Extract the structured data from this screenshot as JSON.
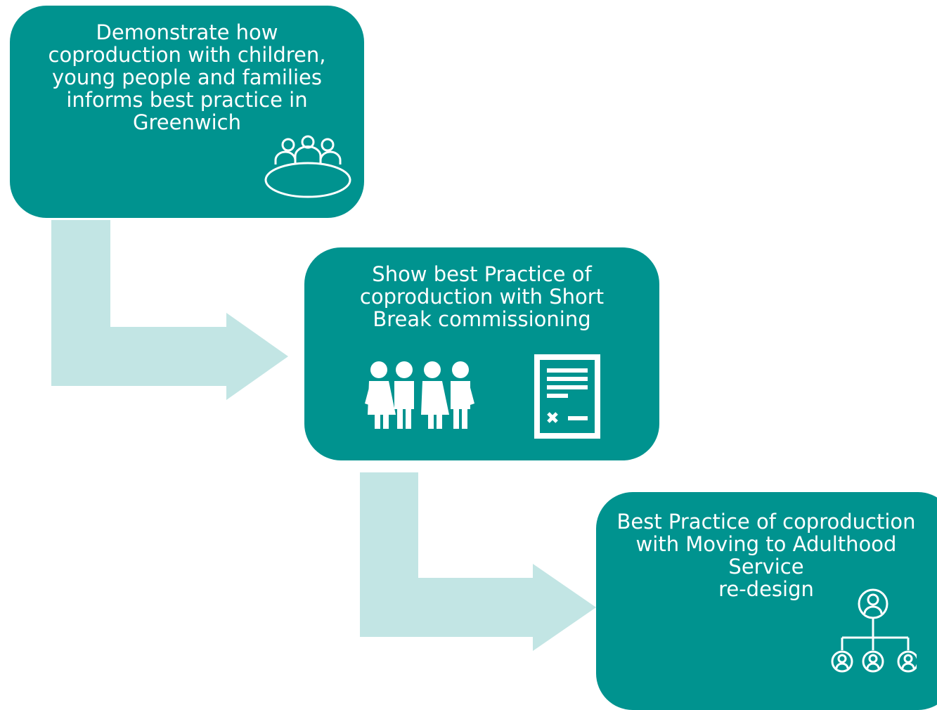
{
  "colors": {
    "box_fill": "#00938F",
    "arrow_fill": "#C2E5E4",
    "text": "#FFFFFF"
  },
  "steps": [
    {
      "text": "Demonstrate how\ncoproduction with children,\nyoung people and families\ninforms best practice in\nGreenwich",
      "icon": "meeting-table-icon"
    },
    {
      "text": "Show best Practice of\ncoproduction with Short\nBreak commissioning",
      "icons": [
        "children-group-icon",
        "checklist-document-icon"
      ]
    },
    {
      "text": "Best Practice of coproduction\nwith Moving to Adulthood\nService\nre-design",
      "icon": "org-chart-icon"
    }
  ]
}
